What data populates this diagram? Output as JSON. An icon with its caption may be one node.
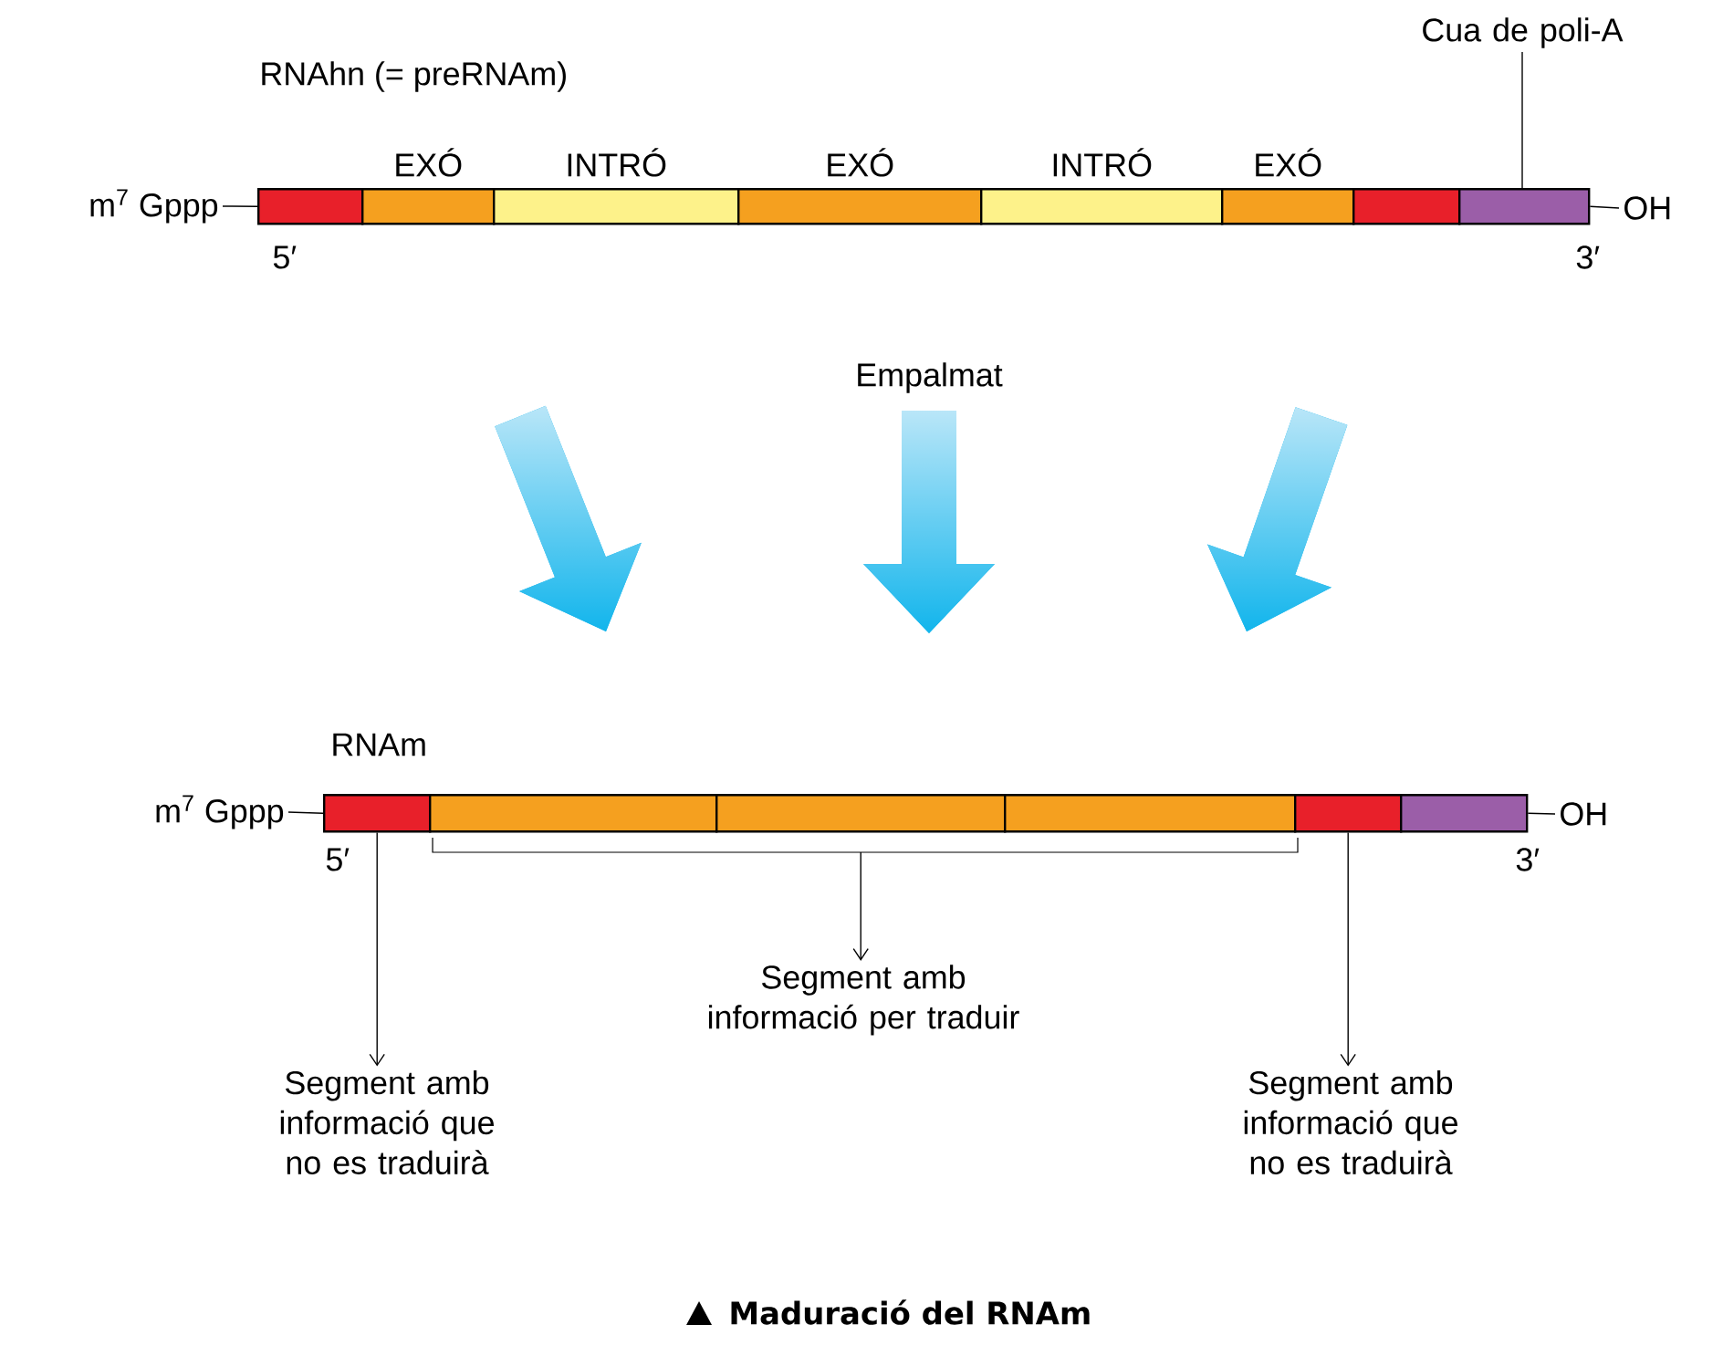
{
  "diagram": {
    "caption": "Maduració del RNAm",
    "nodes": [
      {
        "text": [],
        "shape": "box"
      },
      {
        "text": [
          "EXÓ"
        ]
      },
      {
        "text": [
          "INTRÓ"
        ]
      },
      {
        "text": [
          "EXÓ"
        ]
      },
      {
        "text": [
          "INTRÓ"
        ]
      },
      {
        "text": [
          "EXÓ"
        ]
      },
      {
        "text": [],
        "shape": "box"
      },
      {
        "text": [],
        "shape": "box"
      },
      {
        "text": [
          "Cua de poli-A"
        ]
      },
      {
        "text": [],
        "shape": "box"
      },
      {
        "text": [],
        "shape": "box"
      },
      {
        "text": [],
        "shape": "box"
      },
      {
        "text": [],
        "shape": "box"
      },
      {
        "text": [],
        "shape": "box"
      },
      {
        "text": [],
        "shape": "box"
      },
      {
        "text": [
          "Segment amb informació que no es traduirà"
        ]
      },
      {
        "text": [
          "Segment amb informació per traduir"
        ]
      },
      {
        "text": [
          "Segment amb informació que no es traduirà"
        ]
      },
      {
        "text": [
          "m$^{7}$ Gppp"
        ]
      },
      {
        "text": [
          "OH"
        ]
      },
      {
        "text": [
          "m$^{7}$ Gppp"
        ]
      },
      {
        "text": [
          "OH"
        ]
      }
    ],
    "edges": [
      {
        "from": 8,
        "to": 7,
        "arrow": "none"
      },
      {
        "from": 9,
        "to": 15,
        "arrow": "to"
      },
      {
        "from": 11,
        "to": 16,
        "arrow": "to"
      },
      {
        "from": 13,
        "to": 17,
        "arrow": "to"
      },
      {
        "from": 18,
        "to": 0,
        "arrow": "none"
      },
      {
        "from": 7,
        "to": 19,
        "arrow": "none"
      },
      {
        "from": 20,
        "to": 9,
        "arrow": "none"
      },
      {
        "from": 14,
        "to": 21,
        "arrow": "none"
      }
    ],
    "labels": [
      "RNAhn (= preRNAm)",
      "5′",
      "3′",
      "Empalmat",
      "RNAm",
      "5′",
      "3′"
    ]
  }
}
